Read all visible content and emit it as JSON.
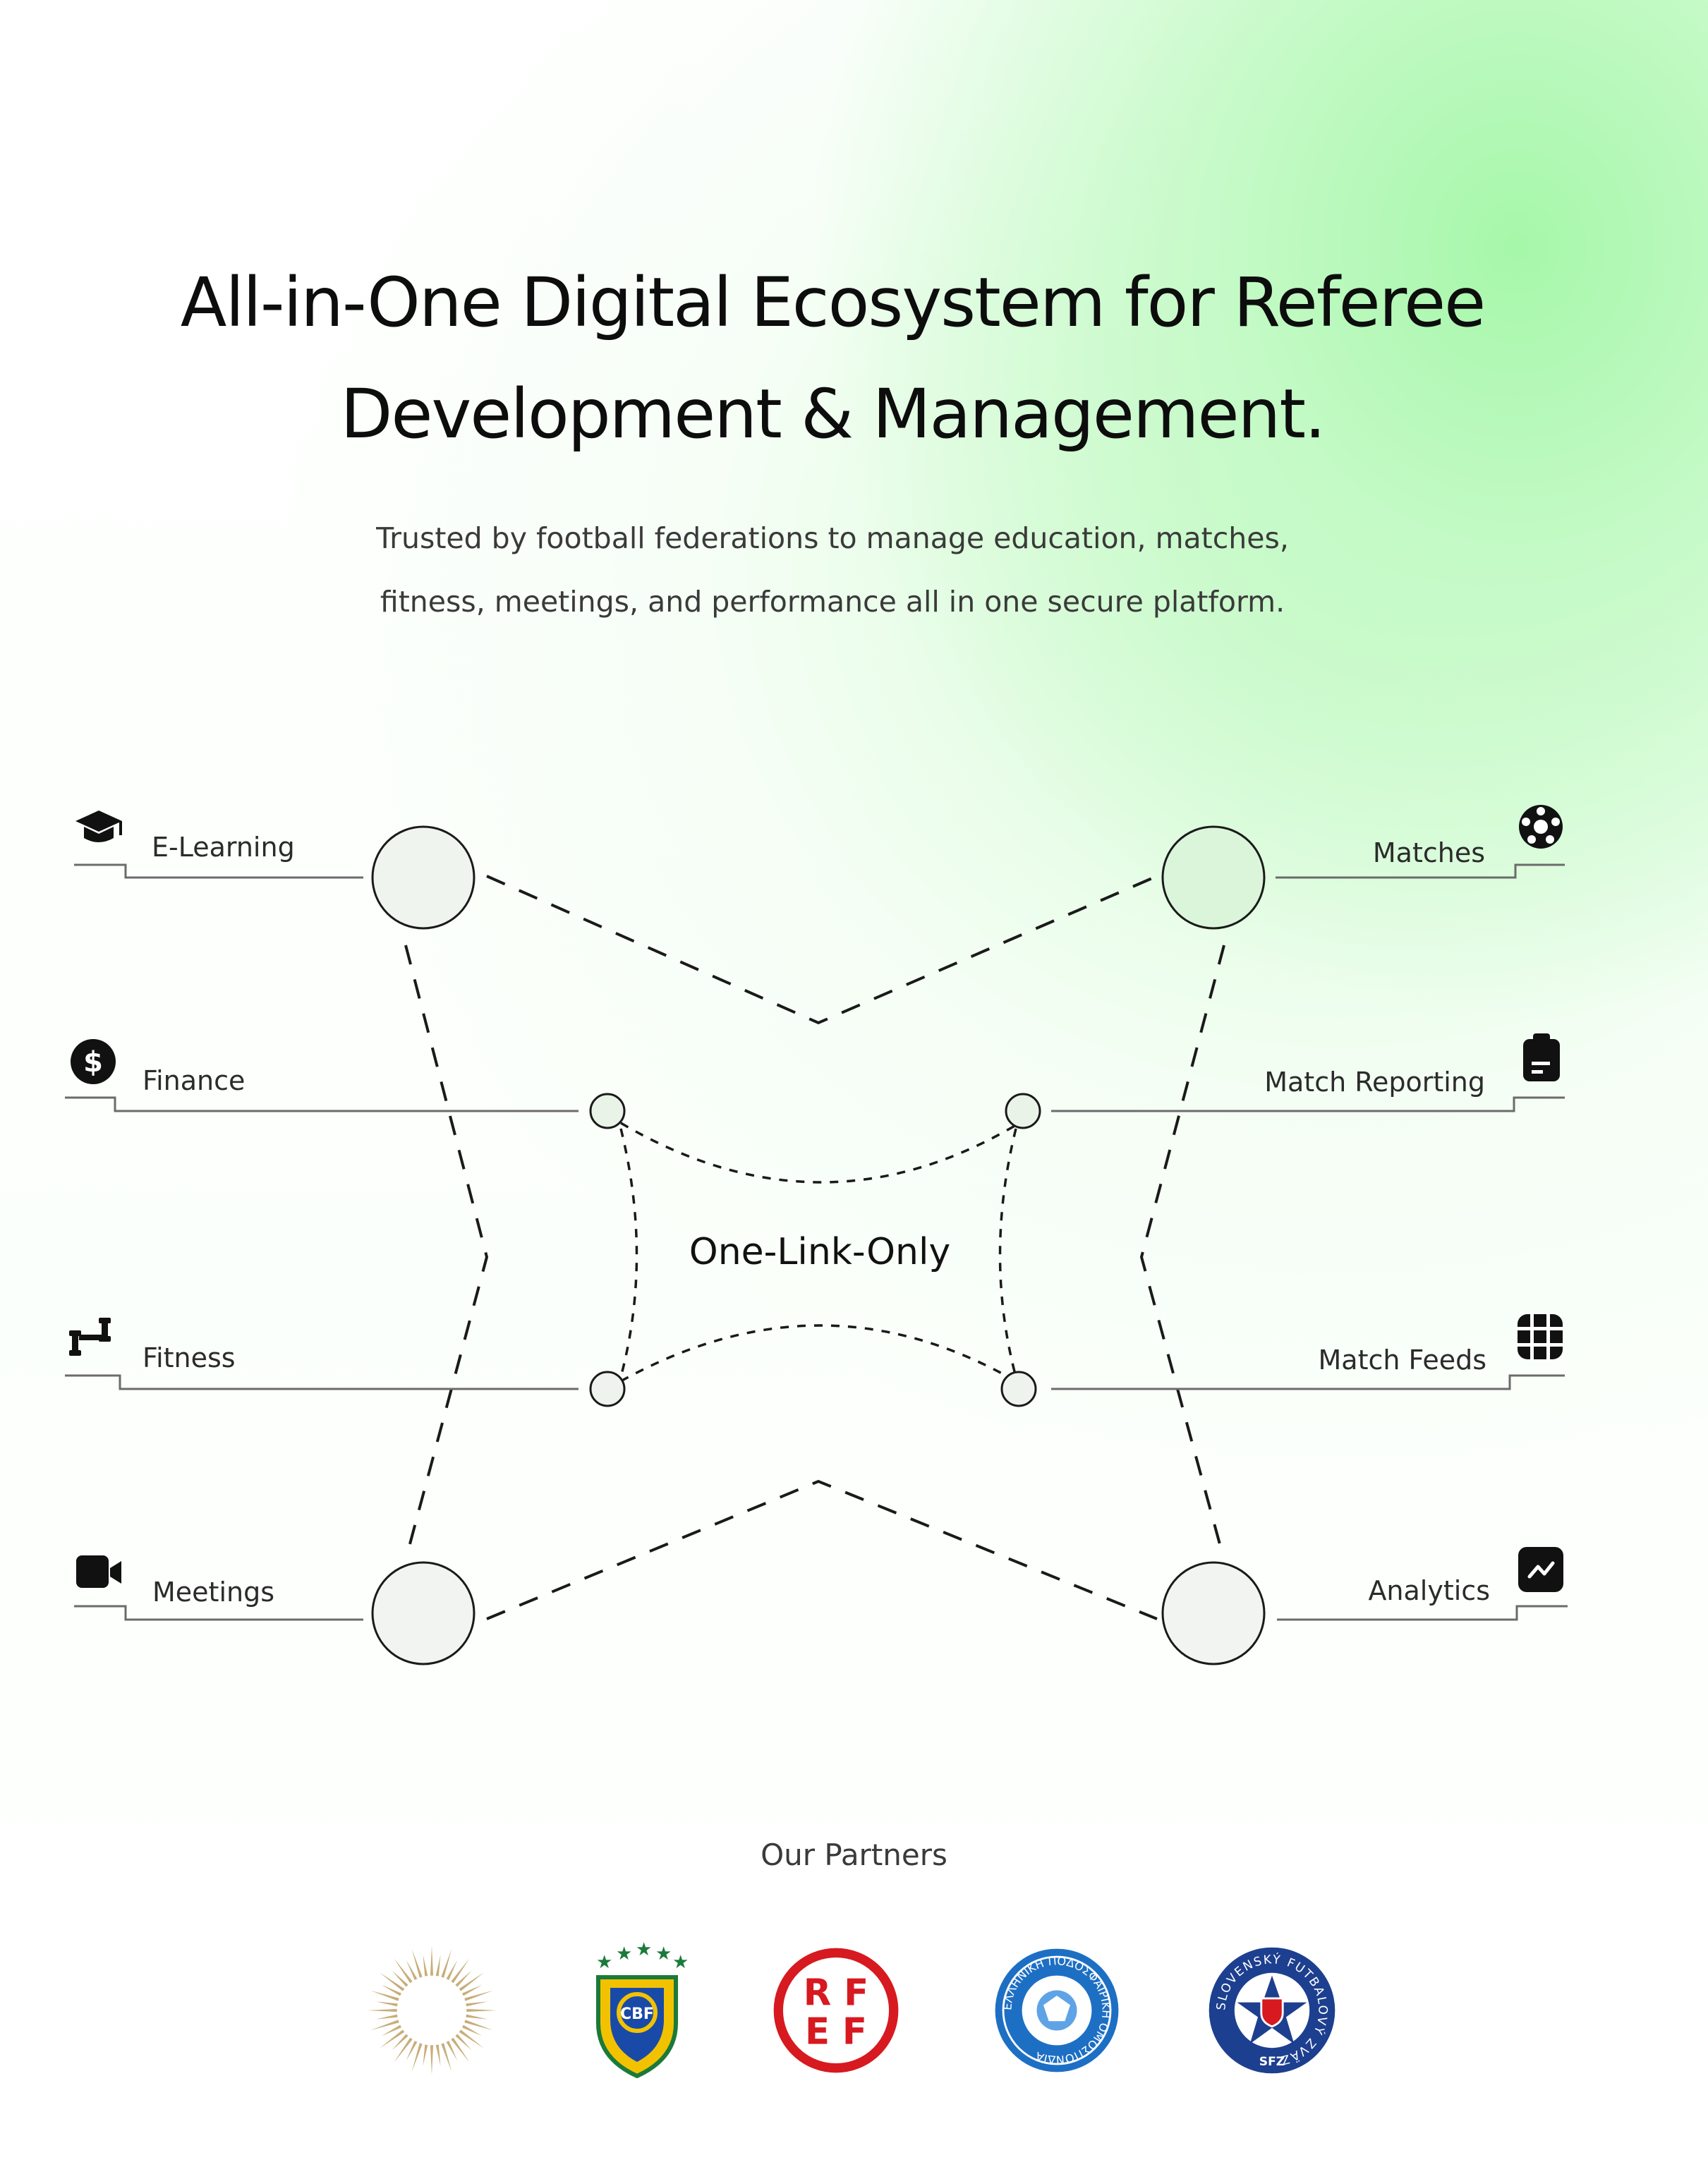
{
  "hero": {
    "title_line1": "All-in-One Digital Ecosystem for Referee",
    "title_line2": "Development & Management.",
    "subtitle_line1": "Trusted by football federations to manage education, matches,",
    "subtitle_line2": "fitness, meetings, and performance all in one secure platform."
  },
  "diagram": {
    "center_label": "One-Link-Only",
    "left_items": [
      {
        "label": "E-Learning",
        "icon": "graduation-cap-icon"
      },
      {
        "label": "Finance",
        "icon": "dollar-coin-icon"
      },
      {
        "label": "Fitness",
        "icon": "dumbbell-icon"
      },
      {
        "label": "Meetings",
        "icon": "video-camera-icon"
      }
    ],
    "right_items": [
      {
        "label": "Matches",
        "icon": "soccer-ball-icon"
      },
      {
        "label": "Match Reporting",
        "icon": "clipboard-icon"
      },
      {
        "label": "Match Feeds",
        "icon": "grid-feed-icon"
      },
      {
        "label": "Analytics",
        "icon": "trend-chart-icon"
      }
    ]
  },
  "partners": {
    "title": "Our Partners",
    "logos": [
      {
        "name": "gold-sunburst-logo",
        "text": "",
        "color": "#c8ad7a"
      },
      {
        "name": "cbf-logo",
        "text": "CBF",
        "color": "#1a7a3a"
      },
      {
        "name": "rfef-logo",
        "text_line1": "R F",
        "text_line2": "E F",
        "color": "#d71920"
      },
      {
        "name": "greek-federation-logo",
        "text": "ΕΛΛΗΝΙΚΗ ΠΟΔΟΣΦΑΙΡΙΚΗ ΟΜΟΣΠΟΝΔΙΑ",
        "color": "#1d6fc4"
      },
      {
        "name": "sfz-logo",
        "text_ring": "SLOVENSKÝ FUTBALOVÝ ZVÄZ",
        "text_badge": "SFZ",
        "color": "#1d3f8f"
      }
    ]
  }
}
